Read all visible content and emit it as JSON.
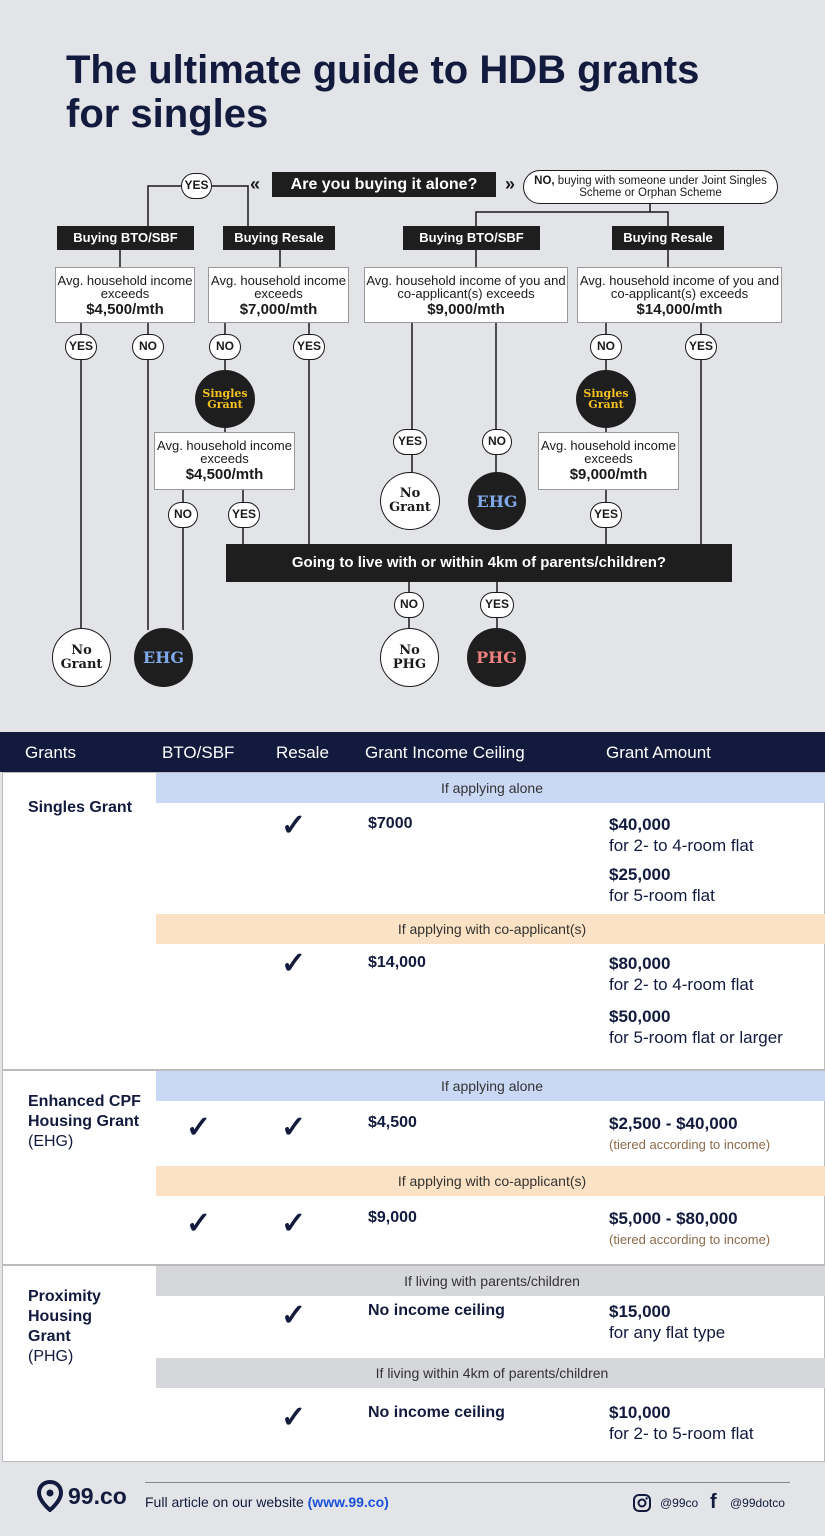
{
  "title": {
    "part1": "The ultimate guide to ",
    "bold": "HDB grants",
    "part2": "for singles"
  },
  "flow": {
    "question": "Are you buying it alone?",
    "yes": "YES",
    "no": "NO",
    "no_option_bold": "NO,",
    "no_option_text": "buying with someone under Joint Singles Scheme or Orphan Scheme",
    "bto": "Buying BTO/SBF",
    "resale": "Buying Resale",
    "box1": {
      "text": "Avg. household income exceeds",
      "value": "$4,500/mth"
    },
    "box2": {
      "text": "Avg. household income exceeds",
      "value": "$7,000/mth"
    },
    "box3": {
      "text": "Avg. household income of you and co-applicant(s) exceeds",
      "value": "$9,000/mth"
    },
    "box4": {
      "text": "Avg. household income of you and co-applicant(s) exceeds",
      "value": "$14,000/mth"
    },
    "box5": {
      "text": "Avg. household income exceeds",
      "value": "$4,500/mth"
    },
    "box6": {
      "text": "Avg. household income exceeds",
      "value": "$9,000/mth"
    },
    "singles_grant": "Singles Grant",
    "no_grant": "No Grant",
    "ehg": "EHG",
    "phg": "PHG",
    "no_phg": "No PHG",
    "live_question": "Going to live with or within 4km of parents/children?",
    "chevron_left": "«",
    "chevron_right": "»"
  },
  "table": {
    "headers": [
      "Grants",
      "BTO/SBF",
      "Resale",
      "Grant Income Ceiling",
      "Grant Amount"
    ],
    "singles": {
      "name": "Singles Grant",
      "band_alone": "If applying alone",
      "ceiling_alone": "$7000",
      "amt1": "$40,000",
      "amt1_desc": "for 2- to 4-room flat",
      "amt2": "$25,000",
      "amt2_desc": "for 5-room flat",
      "band_co": "If applying with co-applicant(s)",
      "ceiling_co": "$14,000",
      "amt3": "$80,000",
      "amt3_desc": "for 2- to 4-room flat",
      "amt4": "$50,000",
      "amt4_desc": "for 5-room flat or larger"
    },
    "ehg": {
      "name": "Enhanced CPF Housing Grant",
      "abbr": "(EHG)",
      "band_alone": "If applying alone",
      "ceiling_alone": "$4,500",
      "amt1": "$2,500 - $40,000",
      "amt1_note": "(tiered according to income)",
      "band_co": "If applying with co-applicant(s)",
      "ceiling_co": "$9,000",
      "amt2": "$5,000 - $80,000",
      "amt2_note": "(tiered according to income)"
    },
    "phg": {
      "name": "Proximity Housing Grant",
      "abbr": "(PHG)",
      "band_with": "If living with parents/children",
      "ceiling_with": "No income ceiling",
      "amt1": "$15,000",
      "amt1_desc": "for any flat type",
      "band_near": "If living within 4km of parents/children",
      "ceiling_near": "No income ceiling",
      "amt2": "$10,000",
      "amt2_desc": "for 2- to 5-room flat"
    },
    "tick": "✓"
  },
  "footer": {
    "logo": "99.co",
    "article": "Full article on our website",
    "url": "(www.99.co)",
    "instagram": "@99co",
    "facebook": "@99dotco"
  },
  "colors": {
    "navy": "#121a3d",
    "yellow": "#f4c11e",
    "ehg_blue": "#7fa9ea",
    "phg_red": "#f08080",
    "band_blue": "#c9d9f5",
    "band_peach": "#fbe2c4"
  }
}
